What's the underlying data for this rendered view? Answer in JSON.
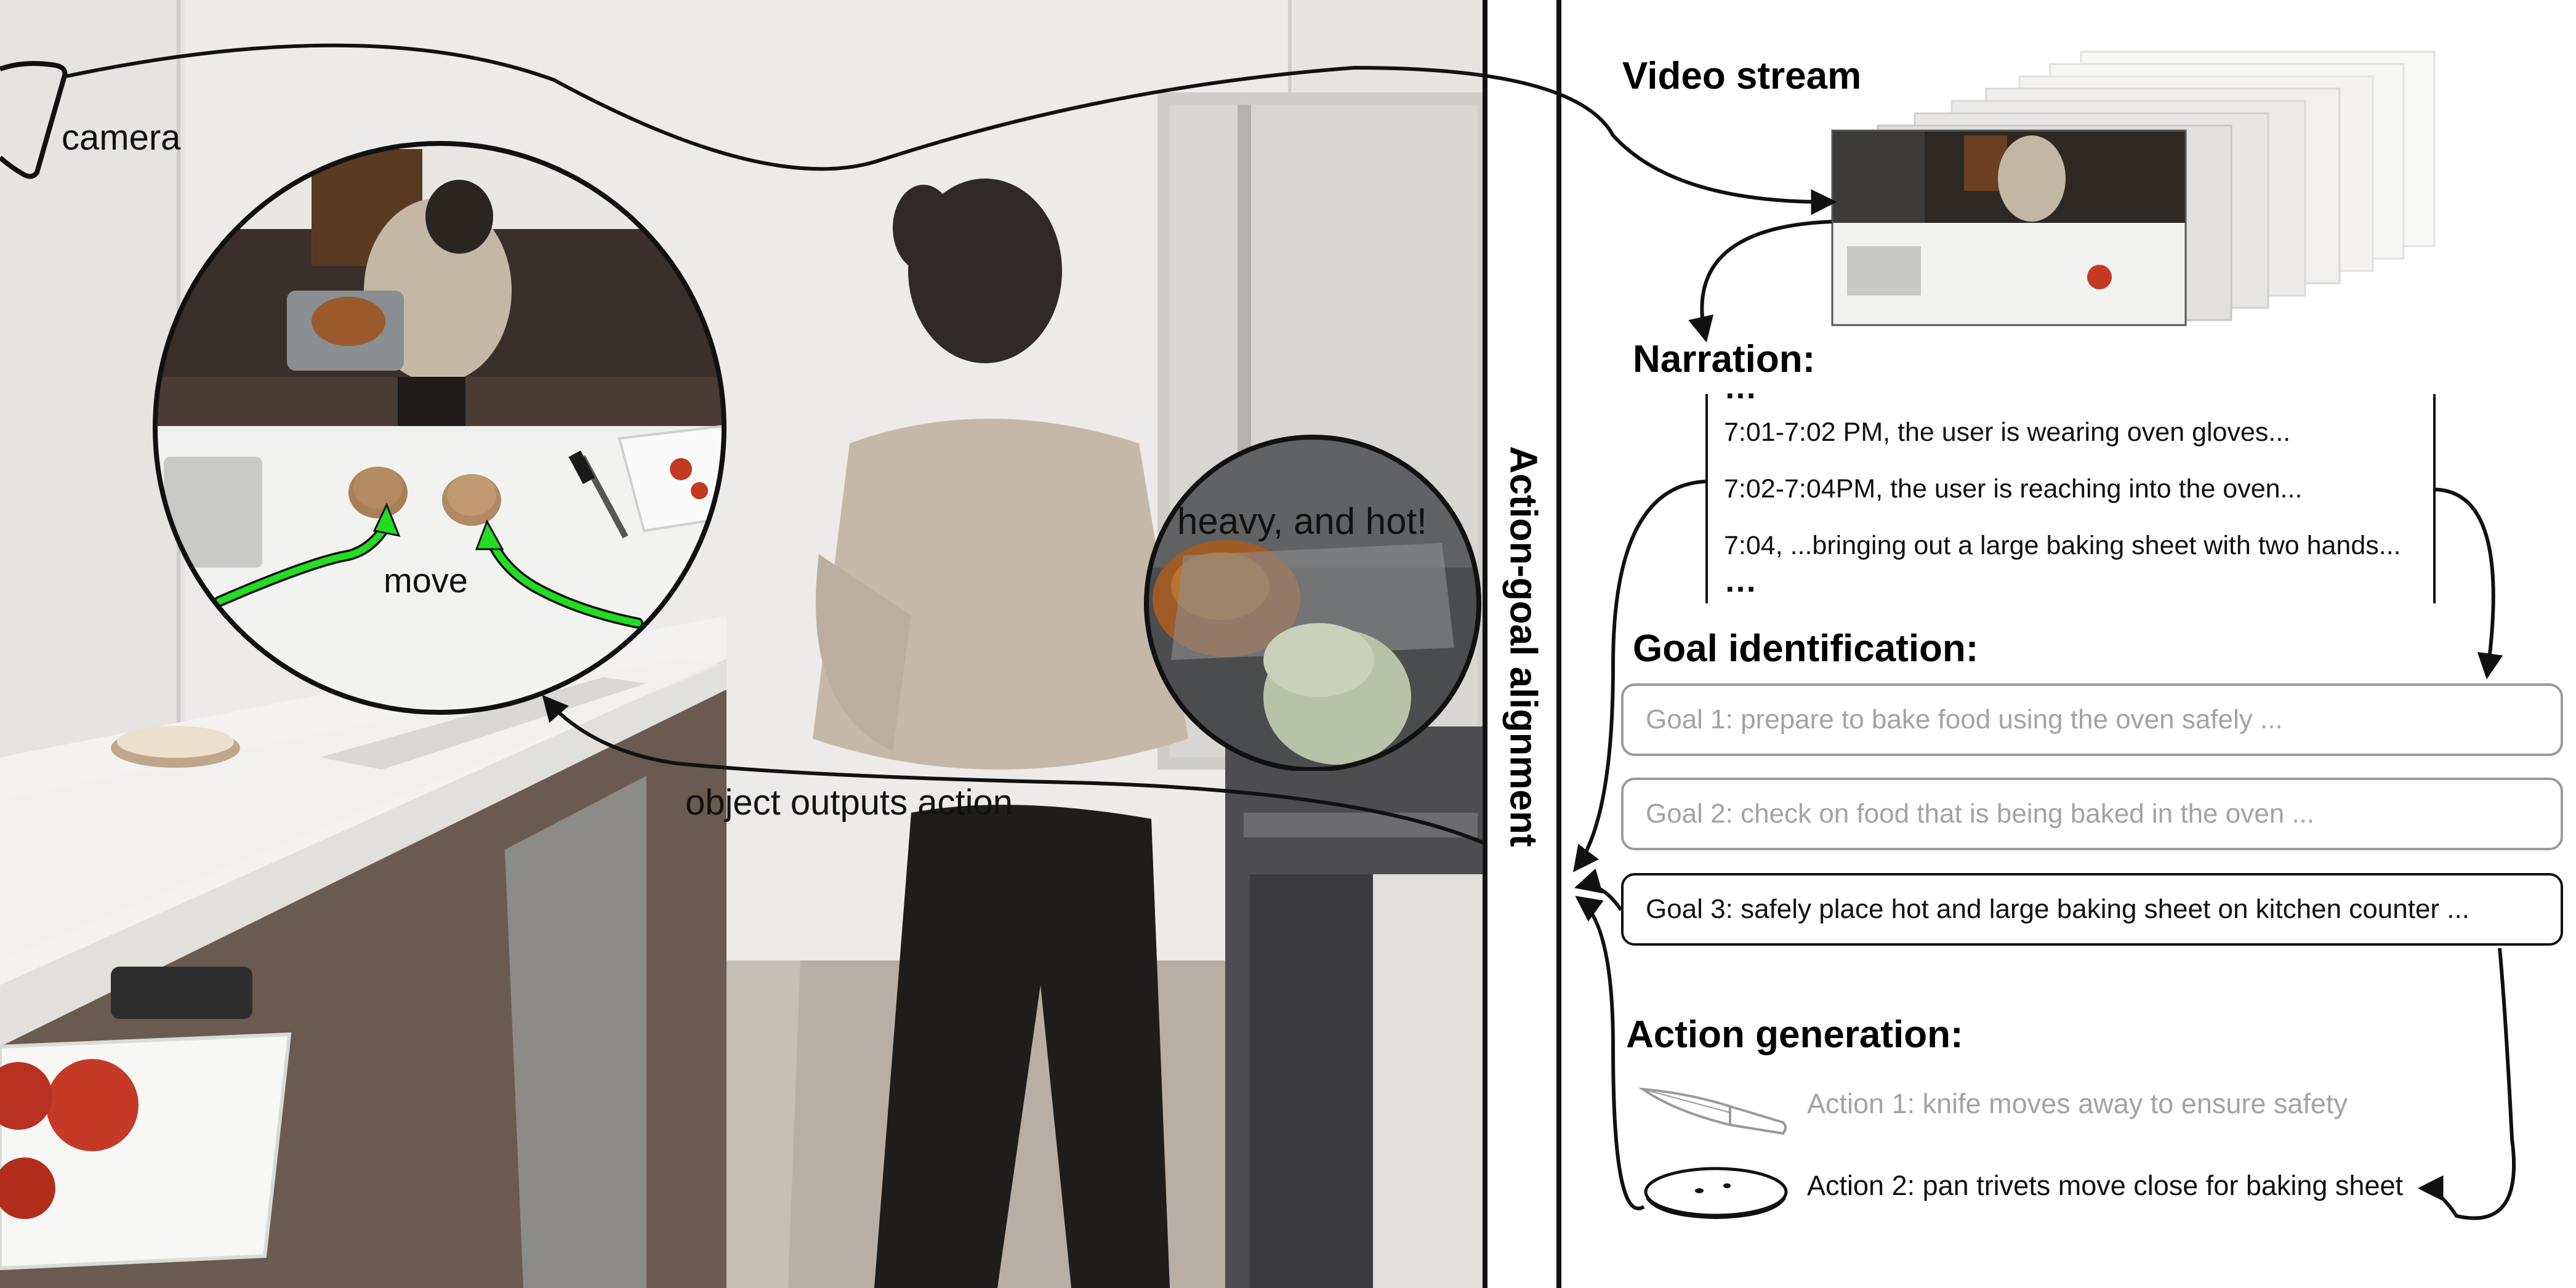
{
  "labels": {
    "camera": "camera",
    "move": "move",
    "heavy_hot": "heavy, and hot!",
    "object_outputs_action": "object outputs action",
    "action_goal_alignment": "Action-goal alignment"
  },
  "video_stream": {
    "title": "Video stream"
  },
  "narration": {
    "title": "Narration:",
    "ellipsis": "…",
    "lines": [
      "7:01-7:02 PM, the user is wearing oven gloves...",
      "7:02-7:04PM, the user is reaching into the oven...",
      "7:04, ...bringing out a large baking sheet with two hands..."
    ]
  },
  "goal_identification": {
    "title": "Goal identification:",
    "goals": [
      {
        "text": "Goal 1: prepare to bake food using the oven safely ...",
        "active": false
      },
      {
        "text": "Goal 2: check on food that is being baked in the oven ...",
        "active": false
      },
      {
        "text": "Goal 3: safely place hot and large baking sheet on kitchen counter ...",
        "active": true
      }
    ]
  },
  "action_generation": {
    "title": "Action generation:",
    "actions": [
      {
        "text": "Action 1: knife moves away to ensure safety",
        "icon": "knife-icon",
        "active": false
      },
      {
        "text": "Action 2: pan trivets move close for baking sheet",
        "icon": "trivet-icon",
        "active": true
      }
    ]
  },
  "colors": {
    "arrow_green": "#22dd22",
    "inactive_text": "#a3a3a3",
    "active_text": "#111111"
  }
}
